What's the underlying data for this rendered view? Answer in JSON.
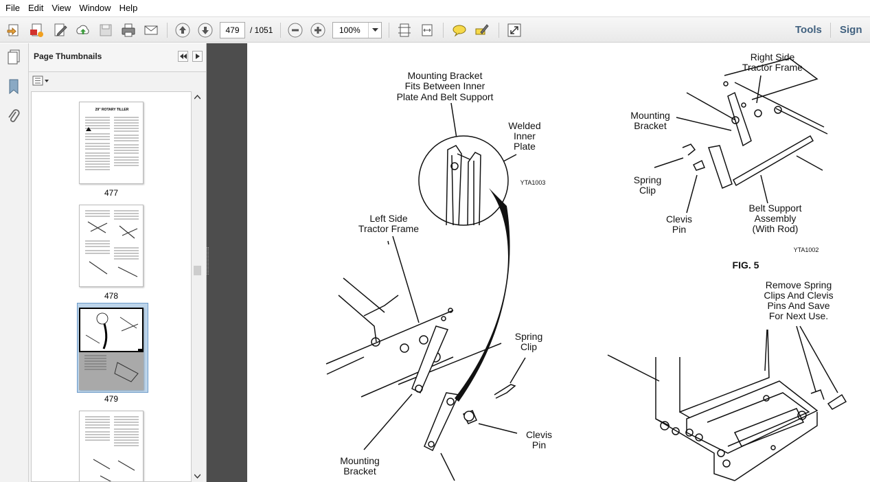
{
  "menu": [
    "File",
    "Edit",
    "View",
    "Window",
    "Help"
  ],
  "toolbar": {
    "icons": [
      "open-icon",
      "create-pdf-icon",
      "edit-icon",
      "upload-icon",
      "save-icon",
      "print-icon",
      "email-icon",
      "prev-page-icon",
      "next-page-icon",
      "zoom-out-icon",
      "zoom-in-icon",
      "fit-page-icon",
      "fit-width-icon",
      "comment-icon",
      "highlight-icon",
      "fullscreen-icon"
    ],
    "page_current": "479",
    "page_total": "/ 1051",
    "zoom": "100%",
    "tools_label": "Tools",
    "sign_label": "Sign"
  },
  "panel": {
    "title": "Page Thumbnails",
    "thumbnails": [
      {
        "label": "477",
        "page_title": "29\" ROTARY TILLER"
      },
      {
        "label": "478"
      },
      {
        "label": "479",
        "selected": true
      },
      {
        "label": ""
      }
    ]
  },
  "document": {
    "labels": {
      "mounting_bracket_fits": [
        "Mounting Bracket",
        "Fits Between Inner",
        "Plate And Belt Support"
      ],
      "welded_inner_plate": [
        "Welded",
        "Inner",
        "Plate"
      ],
      "code_left": "YTA1003",
      "left_side_frame": [
        "Left Side",
        "Tractor Frame"
      ],
      "spring_clip_left": [
        "Spring",
        "Clip"
      ],
      "clevis_pin_left": [
        "Clevis",
        "Pin"
      ],
      "mounting_bracket_left": [
        "Mounting",
        "Bracket"
      ],
      "right_side_frame": [
        "Right Side",
        "Tractor Frame"
      ],
      "mounting_bracket_right": [
        "Mounting",
        "Bracket"
      ],
      "spring_clip_right": [
        "Spring",
        "Clip"
      ],
      "clevis_pin_right": [
        "Clevis",
        "Pin"
      ],
      "belt_support": [
        "Belt Support",
        "Assembly",
        "(With Rod)"
      ],
      "code_right": "YTA1002",
      "fig": "FIG. 5",
      "remove_spring": [
        "Remove Spring",
        "Clips And Clevis",
        "Pins And Save",
        "For Next Use."
      ]
    }
  }
}
